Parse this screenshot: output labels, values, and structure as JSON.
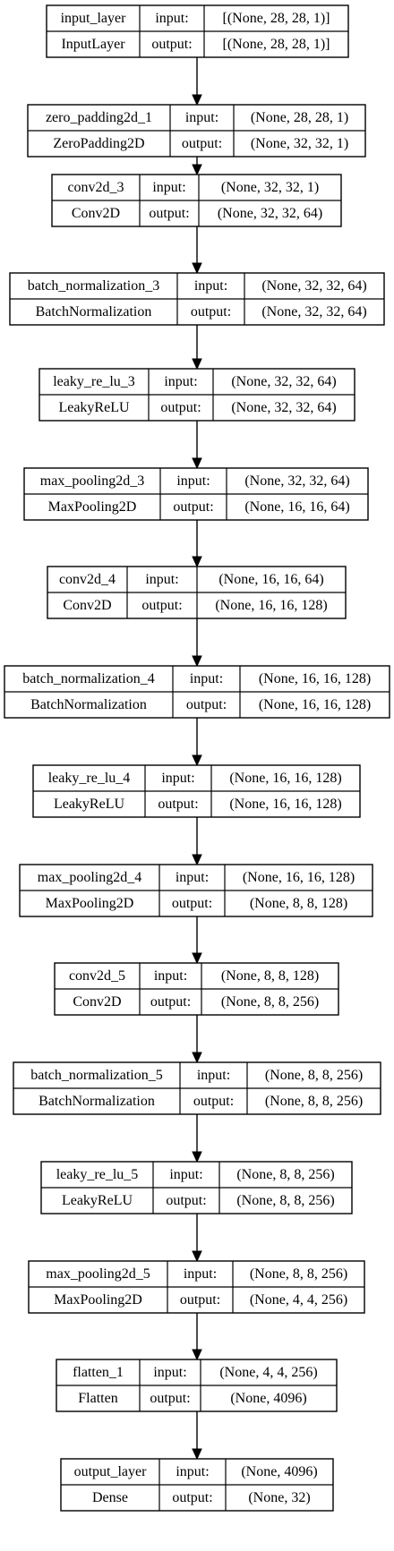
{
  "diagram": {
    "labels": {
      "input": "input:",
      "output": "output:"
    },
    "nodes": [
      {
        "name": "input_layer",
        "type": "InputLayer",
        "input_shape": "[(None, 28, 28, 1)]",
        "output_shape": "[(None, 28, 28, 1)]"
      },
      {
        "name": "zero_padding2d_1",
        "type": "ZeroPadding2D",
        "input_shape": "(None, 28, 28, 1)",
        "output_shape": "(None, 32, 32, 1)"
      },
      {
        "name": "conv2d_3",
        "type": "Conv2D",
        "input_shape": "(None, 32, 32, 1)",
        "output_shape": "(None, 32, 32, 64)"
      },
      {
        "name": "batch_normalization_3",
        "type": "BatchNormalization",
        "input_shape": "(None, 32, 32, 64)",
        "output_shape": "(None, 32, 32, 64)"
      },
      {
        "name": "leaky_re_lu_3",
        "type": "LeakyReLU",
        "input_shape": "(None, 32, 32, 64)",
        "output_shape": "(None, 32, 32, 64)"
      },
      {
        "name": "max_pooling2d_3",
        "type": "MaxPooling2D",
        "input_shape": "(None, 32, 32, 64)",
        "output_shape": "(None, 16, 16, 64)"
      },
      {
        "name": "conv2d_4",
        "type": "Conv2D",
        "input_shape": "(None, 16, 16, 64)",
        "output_shape": "(None, 16, 16, 128)"
      },
      {
        "name": "batch_normalization_4",
        "type": "BatchNormalization",
        "input_shape": "(None, 16, 16, 128)",
        "output_shape": "(None, 16, 16, 128)"
      },
      {
        "name": "leaky_re_lu_4",
        "type": "LeakyReLU",
        "input_shape": "(None, 16, 16, 128)",
        "output_shape": "(None, 16, 16, 128)"
      },
      {
        "name": "max_pooling2d_4",
        "type": "MaxPooling2D",
        "input_shape": "(None, 16, 16, 128)",
        "output_shape": "(None, 8, 8, 128)"
      },
      {
        "name": "conv2d_5",
        "type": "Conv2D",
        "input_shape": "(None, 8, 8, 128)",
        "output_shape": "(None, 8, 8, 256)"
      },
      {
        "name": "batch_normalization_5",
        "type": "BatchNormalization",
        "input_shape": "(None, 8, 8, 256)",
        "output_shape": "(None, 8, 8, 256)"
      },
      {
        "name": "leaky_re_lu_5",
        "type": "LeakyReLU",
        "input_shape": "(None, 8, 8, 256)",
        "output_shape": "(None, 8, 8, 256)"
      },
      {
        "name": "max_pooling2d_5",
        "type": "MaxPooling2D",
        "input_shape": "(None, 8, 8, 256)",
        "output_shape": "(None, 4, 4, 256)"
      },
      {
        "name": "flatten_1",
        "type": "Flatten",
        "input_shape": "(None, 4, 4, 256)",
        "output_shape": "(None, 4096)"
      },
      {
        "name": "output_layer",
        "type": "Dense",
        "input_shape": "(None, 4096)",
        "output_shape": "(None, 32)"
      }
    ]
  }
}
